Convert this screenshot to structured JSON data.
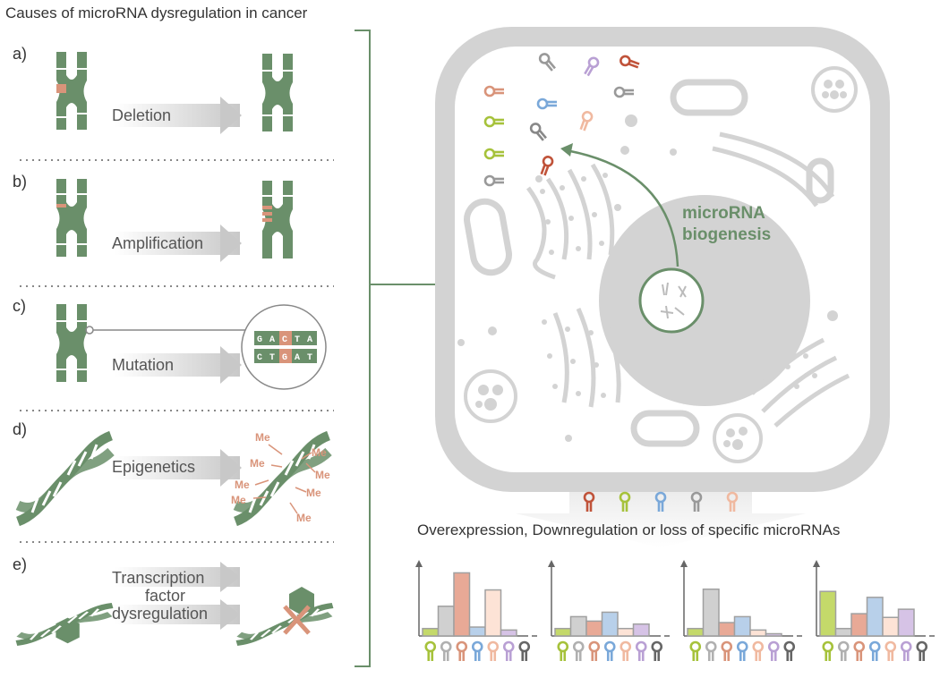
{
  "title": "Causes of microRNA dysregulation in cancer",
  "panels": [
    {
      "letter": "a)",
      "label": "Deletion"
    },
    {
      "letter": "b)",
      "label": "Amplification"
    },
    {
      "letter": "c)",
      "label": "Mutation"
    },
    {
      "letter": "d)",
      "label": "Epigenetics"
    },
    {
      "letter": "e)",
      "label_lines": [
        "Transcription",
        "factor",
        "dysregulation"
      ]
    }
  ],
  "mutation_sequence": {
    "top": [
      "G",
      "A",
      "C",
      "T",
      "A"
    ],
    "bottom": [
      "C",
      "T",
      "G",
      "A",
      "T"
    ]
  },
  "methyl_label": "Me",
  "biogenesis_lines": [
    "microRNA",
    "biogenesis"
  ],
  "caption": "Overexpression, Downregulation or loss of specific microRNAs",
  "colors": {
    "green": "#6a8f6a",
    "salmon": "#d9947a",
    "cell_gray": "#d3d3d3",
    "mirna": [
      "#c4d96a",
      "#d0d0d0",
      "#e8a996",
      "#b8d0ea",
      "#fde3d6",
      "#d6c3e6"
    ]
  },
  "chart_data": [
    {
      "type": "bar",
      "values": [
        1,
        4,
        8.5,
        1.2,
        6.2,
        0.8
      ]
    },
    {
      "type": "bar",
      "values": [
        1,
        2.6,
        2,
        3.2,
        1,
        1.6
      ]
    },
    {
      "type": "bar",
      "values": [
        1,
        6.3,
        1.8,
        2.6,
        0.8,
        0.3
      ]
    },
    {
      "type": "bar",
      "values": [
        6,
        1,
        3,
        5.2,
        2.5,
        3.6
      ]
    }
  ]
}
